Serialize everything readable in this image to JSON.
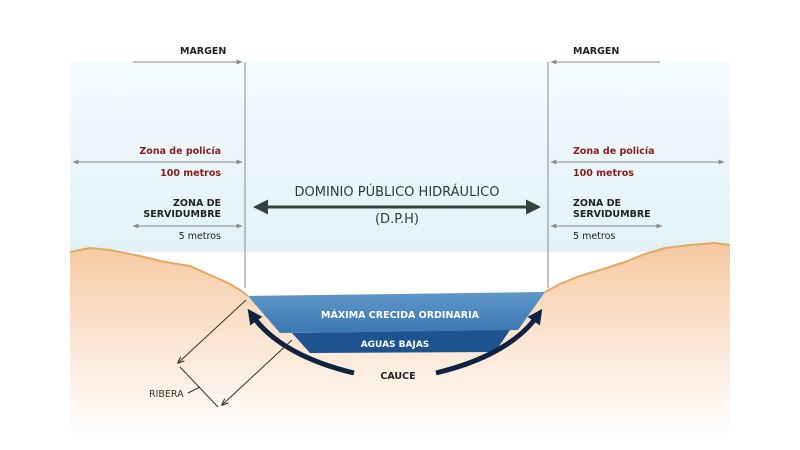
{
  "labels": {
    "margen_left": "MARGEN",
    "margen_right": "MARGEN",
    "zona_policia_left": "Zona de policía",
    "zona_policia_right": "Zona de policía",
    "metros100_left": "100 metros",
    "metros100_right": "100 metros",
    "zona_servidumbre_left_1": "ZONA DE",
    "zona_servidumbre_left_2": "SERVIDUMBRE",
    "zona_servidumbre_right_1": "ZONA DE",
    "zona_servidumbre_right_2": "SERVIDUMBRE",
    "metros5_left": "5 metros",
    "metros5_right": "5 metros",
    "dph": "DOMINIO PÚBLICO HIDRÁULICO",
    "dph_abbr": "(D.P.H)",
    "maxima_crecida": "MÁXIMA CRECIDA ORDINARIA",
    "aguas_bajas": "AGUAS BAJAS",
    "cauce": "CAUCE",
    "ribera": "RIBERA"
  },
  "colors": {
    "sky": "#e6f4f9",
    "ground": "#f8d9be",
    "ground_edge": "#e3a865",
    "water_high": "#4a86bf",
    "water_low": "#1a4f8a",
    "arrow_dark": "#0f2340",
    "dph_arrow": "#34413f",
    "label_red": "#8b1a1a"
  }
}
